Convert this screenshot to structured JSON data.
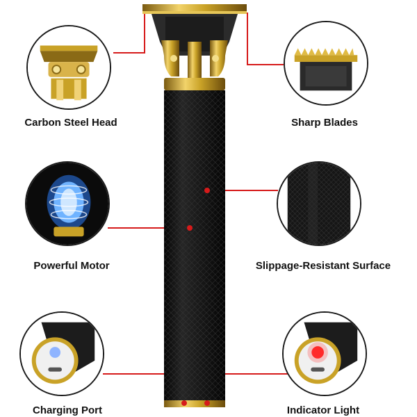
{
  "features": {
    "carbon_steel_head": "Carbon Steel Head",
    "sharp_blades": "Sharp Blades",
    "powerful_motor": "Powerful Motor",
    "slippage_resistant_surface": "Slippage-Resistant Surface",
    "charging_port": "Charging Port",
    "indicator_light": "Indicator Light"
  },
  "colors": {
    "callout_line": "#d61a1a",
    "gold": "#c9a227",
    "body_black": "#141414",
    "motor_glow": "#6fb3ff",
    "indicator_red": "#ff2a2a",
    "port_blue": "#8fb4ff"
  },
  "icons": [
    "trimmer-product-image",
    "carbon-steel-head-closeup",
    "sharp-blades-closeup",
    "powerful-motor-closeup",
    "slippage-resistant-surface-closeup",
    "charging-port-closeup",
    "indicator-light-closeup"
  ]
}
